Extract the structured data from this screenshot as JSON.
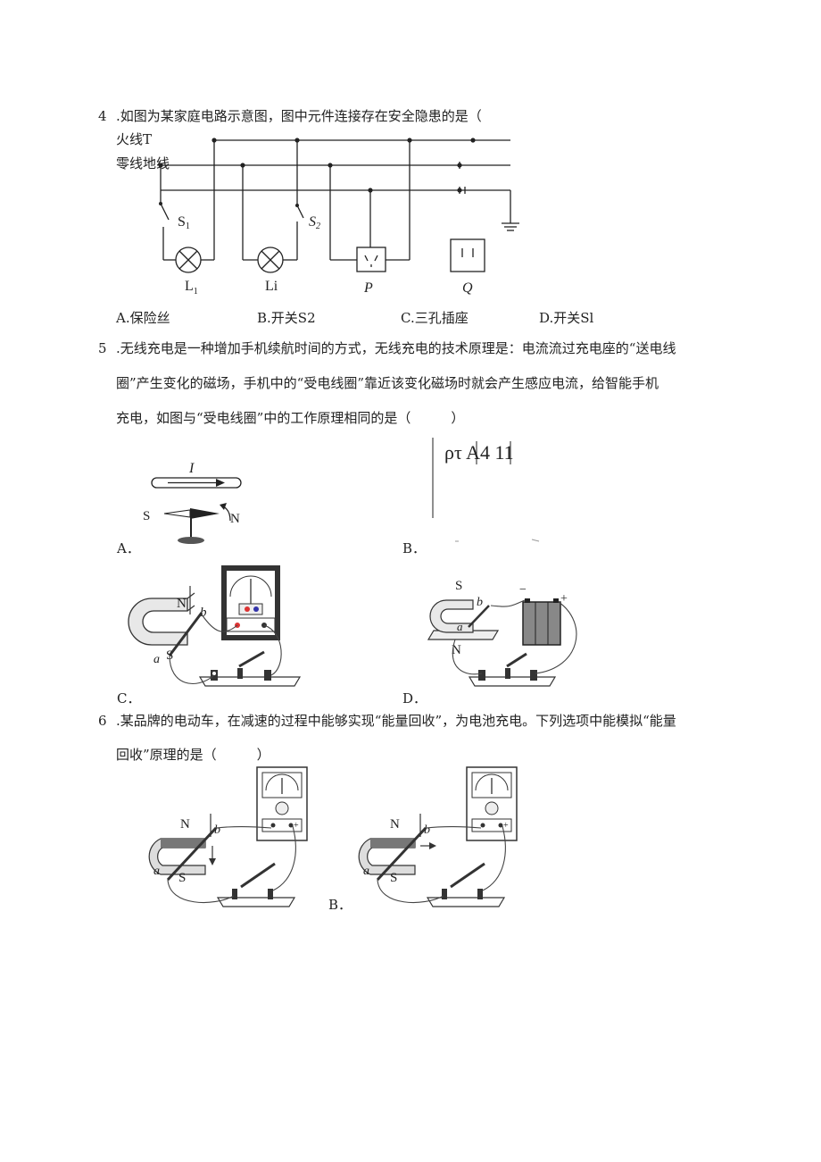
{
  "q4": {
    "number": "4",
    "stem": ".如图为某家庭电路示意图，图中元件连接存在安全隐患的是（",
    "live_wire_label": "火线T",
    "neutral_ground_label": "零线地线",
    "labels": {
      "s1": "S",
      "s1_sub": "1",
      "s2": "S",
      "s2_sub": "2",
      "l1": "L",
      "l1_sub": "1",
      "l2": "Li",
      "p": "P",
      "q": "Q"
    },
    "options": [
      "A.保险丝",
      "B.开关S2",
      "C.三孔插座",
      "D.开关Sl"
    ]
  },
  "q5": {
    "number": "5",
    "stem_lines": [
      ".无线充电是一种增加手机续航时间的方式，无线充电的技术原理是：电流流过充电座的“送电线",
      "圈”产生变化的磁场，手机中的“受电线圈”靠近该变化磁场时就会产生感应电流，给智能手机",
      "充电，如图与“受电线圈”中的工作原理相同的是（　　　）"
    ],
    "fig_a": {
      "current": "I",
      "s": "S",
      "n": "N"
    },
    "fig_b_fragment": "ρτ  Α4  11",
    "options": {
      "a": "A．",
      "b": "B．",
      "c": "C．",
      "d": "D．"
    },
    "fig_c": {
      "n": "N",
      "s": "S",
      "a": "a",
      "b": "b"
    },
    "fig_d": {
      "n": "N",
      "s": "S",
      "a": "a",
      "b": "b",
      "minus": "−",
      "plus": "+"
    }
  },
  "q6": {
    "number": "6",
    "stem_lines": [
      ".某品牌的电动车，在减速的过程中能够实现“能量回收”，为电池充电。下列选项中能模拟“能量",
      "回收”原理的是（　　　）"
    ],
    "fig": {
      "n": "N",
      "s": "S",
      "a": "a",
      "b": "b",
      "plus": "+"
    },
    "option_b": "B．"
  }
}
